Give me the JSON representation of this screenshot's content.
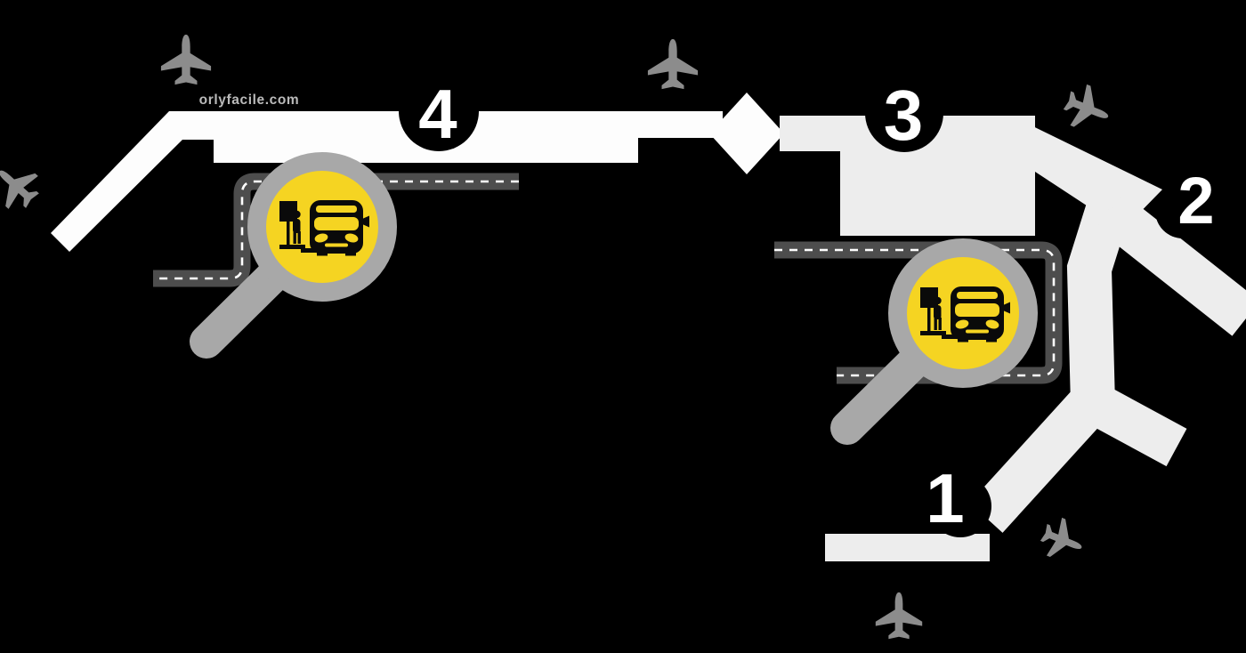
{
  "map": {
    "watermark": "orlyfacile.com",
    "terminals": {
      "t1": {
        "label": "1"
      },
      "t2": {
        "label": "2"
      },
      "t3": {
        "label": "3"
      },
      "t4": {
        "label": "4"
      }
    },
    "bus_stops": [
      {
        "id": "bus-stop-terminal-4",
        "icon": "bus-stop-magnifier-icon"
      },
      {
        "id": "bus-stop-terminals-1-2-3",
        "icon": "bus-stop-magnifier-icon"
      }
    ],
    "icons": {
      "airplane": "airplane-icon",
      "magnifier": "magnifier-icon",
      "bus": "bus-icon",
      "bus_stop_sign": "bus-stop-sign-icon",
      "person": "person-icon"
    },
    "airplane_count": 6,
    "colors": {
      "background": "#000000",
      "terminal4_building": "#FDFDFD",
      "terminal123_building": "#EDEDED",
      "number_badge": "#000000",
      "number_text": "#FFFFFF",
      "road": "#4D4D4D",
      "road_dash": "#FFFFFF",
      "magnifier_gray": "#A8A8A8",
      "bus_stop_yellow": "#F5D422",
      "pictogram_black": "#0A0A0A",
      "airplane_gray": "#8C8C8C",
      "watermark_text": "#CFCFCF"
    }
  }
}
